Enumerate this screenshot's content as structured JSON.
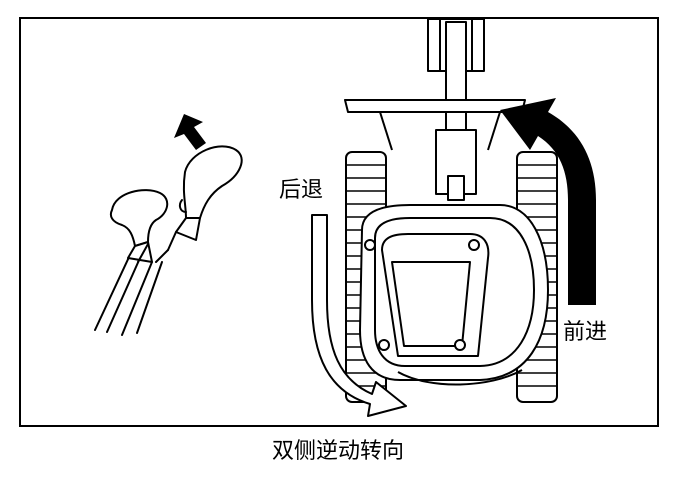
{
  "labels": {
    "reverse": "后退",
    "forward": "前进"
  },
  "caption": "双侧逆动转向",
  "icons": {
    "levers": "control-levers-icon",
    "lever_push_arrow": "arrow-up-icon",
    "forward_arrow": "curved-arrow-up-icon",
    "reverse_arrow": "curved-arrow-down-icon"
  },
  "colors": {
    "ink": "#000000",
    "paper": "#ffffff"
  }
}
